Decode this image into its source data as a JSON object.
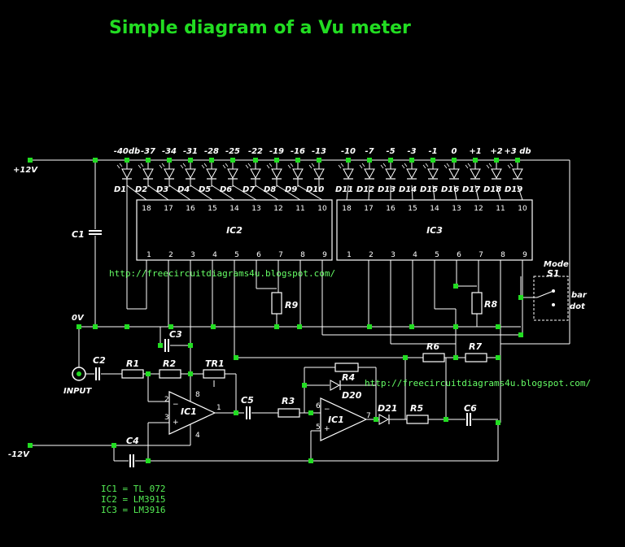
{
  "title": "Simple diagram of a Vu meter",
  "url": "http://freecircuitdiagrams4u.blogspot.com/",
  "colors": {
    "background": "#000000",
    "title": "#22dd22",
    "wire": "#ffffff",
    "node": "#22dd22",
    "url": "#66ff66",
    "legend": "#55ee55"
  },
  "rails": {
    "pos": "+12V",
    "zero": "0V",
    "neg": "-12V"
  },
  "db_labels": [
    "-40db",
    "-37",
    "-34",
    "-31",
    "-28",
    "-25",
    "-22",
    "-19",
    "-16",
    "-13",
    "-10",
    "-7",
    "-5",
    "-3",
    "-1",
    "0",
    "+1",
    "+2",
    "+3 db"
  ],
  "diode_labels": [
    "D1",
    "D2",
    "D3",
    "D4",
    "D5",
    "D6",
    "D7",
    "D8",
    "D9",
    "D10",
    "D11",
    "D12",
    "D13",
    "D14",
    "D15",
    "D16",
    "D17",
    "D18",
    "D19"
  ],
  "ic2": {
    "name": "IC2",
    "top_pins": [
      "18",
      "17",
      "16",
      "15",
      "14",
      "13",
      "12",
      "11",
      "10"
    ],
    "bottom_pins": [
      "1",
      "2",
      "3",
      "4",
      "5",
      "6",
      "7",
      "8",
      "9"
    ]
  },
  "ic3": {
    "name": "IC3",
    "top_pins": [
      "18",
      "17",
      "16",
      "15",
      "14",
      "13",
      "12",
      "11",
      "10"
    ],
    "bottom_pins": [
      "1",
      "2",
      "3",
      "4",
      "5",
      "6",
      "7",
      "8",
      "9"
    ]
  },
  "components": {
    "c1": "C1",
    "c2": "C2",
    "c3": "C3",
    "c4": "C4",
    "c5": "C5",
    "c6": "C6",
    "r1": "R1",
    "r2": "R2",
    "r3": "R3",
    "r4": "R4",
    "r5": "R5",
    "r6": "R6",
    "r7": "R7",
    "r8": "R8",
    "r9": "R9",
    "tr1": "TR1",
    "d20": "D20",
    "d21": "D21",
    "ic1a": "IC1",
    "ic1b": "IC1",
    "input": "INPUT"
  },
  "opamp_a_pins": {
    "p2": "2",
    "p3": "3",
    "p8": "8",
    "p4": "4",
    "p1": "1"
  },
  "opamp_b_pins": {
    "p6": "6",
    "p5": "5",
    "p7": "7"
  },
  "switch": {
    "mode": "Mode",
    "name": "S1",
    "bar": "bar",
    "dot": "dot"
  },
  "legend": [
    "IC1 = TL 072",
    "IC2 = LM3915",
    "IC3 = LM3916"
  ]
}
